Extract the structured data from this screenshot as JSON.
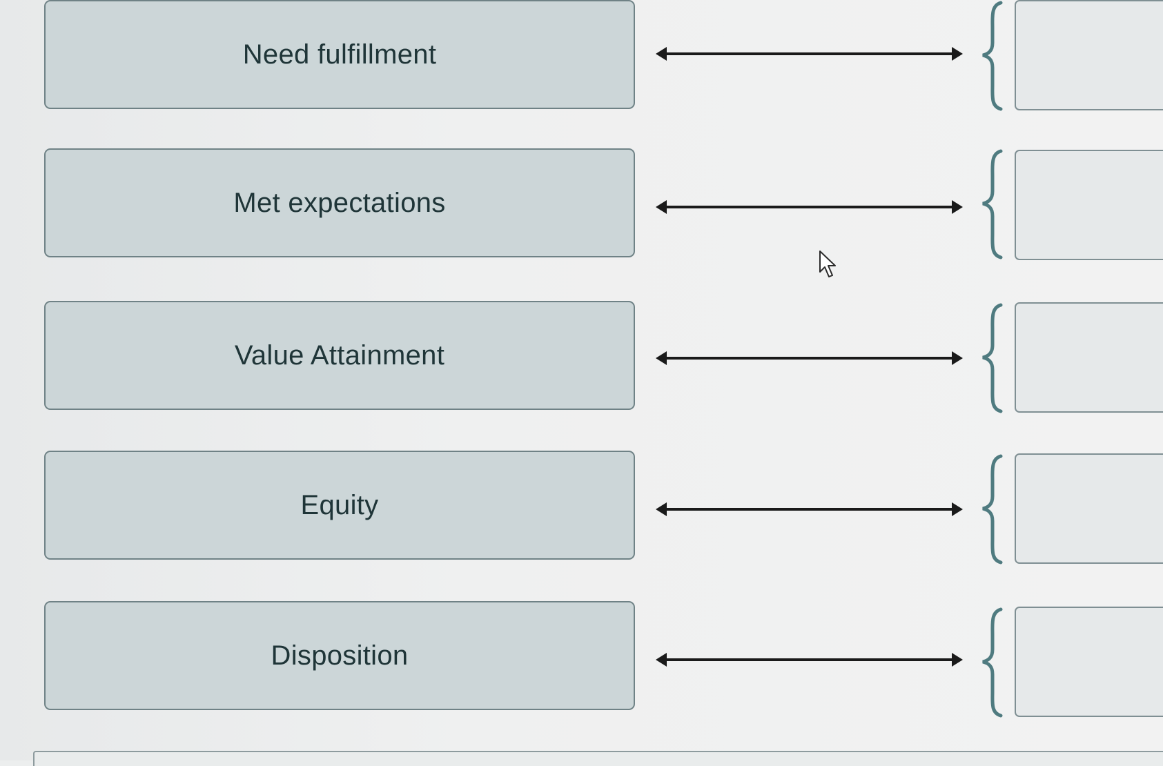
{
  "matching": {
    "rows": [
      {
        "term": "Need fulfillment"
      },
      {
        "term": "Met expectations"
      },
      {
        "term": "Value Attainment"
      },
      {
        "term": "Equity"
      },
      {
        "term": "Disposition"
      }
    ]
  },
  "colors": {
    "term_fill": "#ccd6d8",
    "term_border": "#6f8286",
    "term_text": "#1f3538",
    "brace": "#4f7b80",
    "arrow": "#1a1a1a",
    "drop_border": "#7f8f93"
  },
  "icons": {
    "arrow": "double-headed-arrow-icon",
    "brace": "left-curly-brace-icon",
    "cursor": "mouse-pointer-icon"
  }
}
